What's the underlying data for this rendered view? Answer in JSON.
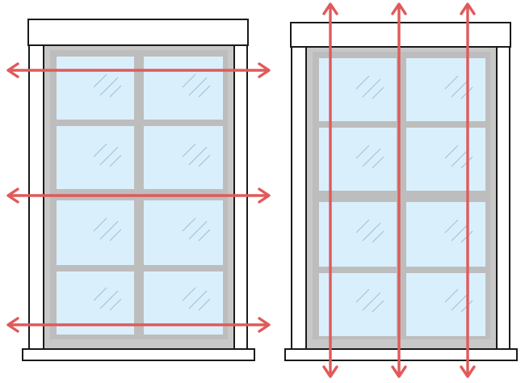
{
  "diagram": {
    "windows": [
      {
        "name": "left-window",
        "measurement_direction": "width",
        "measurement_count": 3,
        "pane_grid": {
          "columns": 2,
          "rows": 4
        }
      },
      {
        "name": "right-window",
        "measurement_direction": "height",
        "measurement_count": 3,
        "pane_grid": {
          "columns": 2,
          "rows": 4
        }
      }
    ],
    "colors": {
      "outline": "#1a1a1a",
      "frame": "#c8c8c8",
      "glass": "#d9effc",
      "glare": "#9fbfd6",
      "arrow": "#e05a5a",
      "trim": "#ffffff"
    }
  }
}
